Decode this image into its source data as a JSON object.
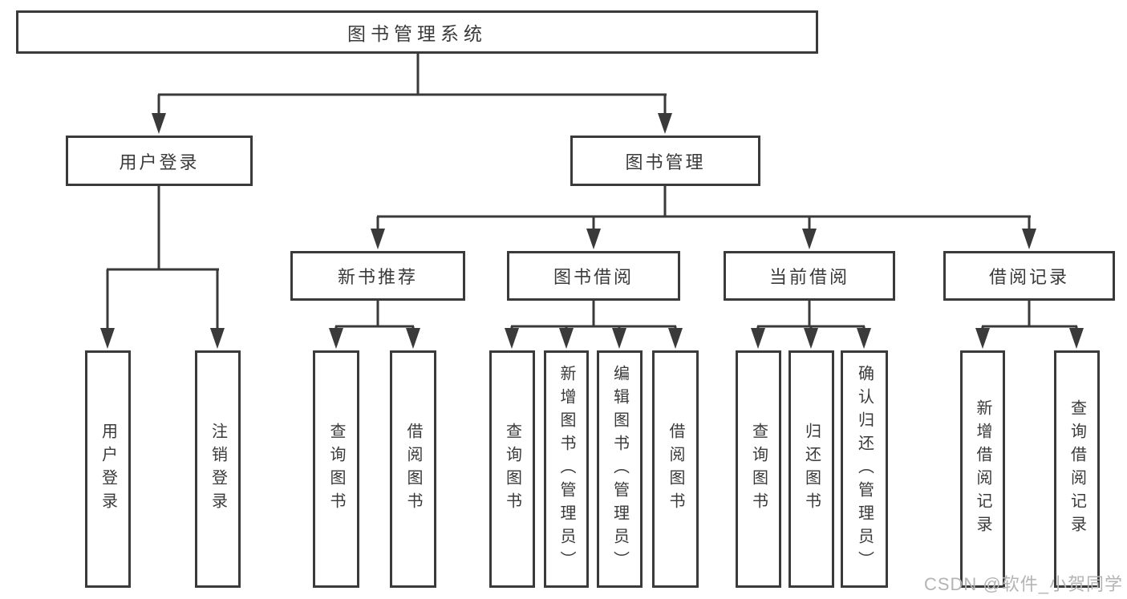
{
  "diagram": {
    "title": "图书管理系统",
    "level2": {
      "user_login": "用户登录",
      "book_mgmt": "图书管理"
    },
    "level3": {
      "new_book_rec": "新书推荐",
      "book_borrow": "图书借阅",
      "current_borrow": "当前借阅",
      "borrow_records": "借阅记录"
    },
    "leaves": {
      "user_login_1": "用户登录",
      "user_login_2": "注销登录",
      "new_book_rec_1": "查询图书",
      "new_book_rec_2": "借阅图书",
      "book_borrow_1": "查询图书",
      "book_borrow_2": "新增图书（管理员）",
      "book_borrow_3": "编辑图书（管理员）",
      "book_borrow_4": "借阅图书",
      "current_borrow_1": "查询图书",
      "current_borrow_2": "归还图书",
      "current_borrow_3": "确认归还（管理员）",
      "borrow_records_1": "新增借阅记录",
      "borrow_records_2": "查询借阅记录"
    }
  },
  "watermark": "CSDN @软件_小贺同学",
  "colors": {
    "line": "#3a3a3a",
    "text": "#3a3a3a",
    "background": "#ffffff",
    "watermark": "#b4b4b4"
  }
}
